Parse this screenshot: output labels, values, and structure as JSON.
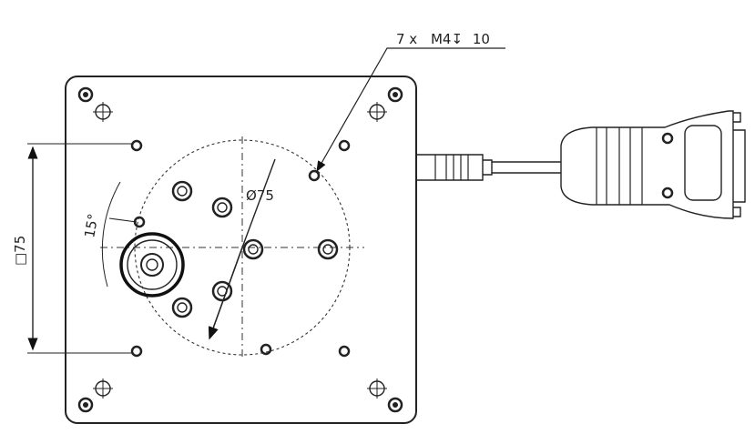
{
  "drawing": {
    "thread_callout": {
      "count": "7 x",
      "thread": "M4",
      "depth_symbol": "↧",
      "depth": "10"
    },
    "pcd_label": {
      "symbol": "Ø",
      "value": "75"
    },
    "square_label": {
      "symbol": "□",
      "value": "75"
    },
    "angle_label": "15°"
  }
}
